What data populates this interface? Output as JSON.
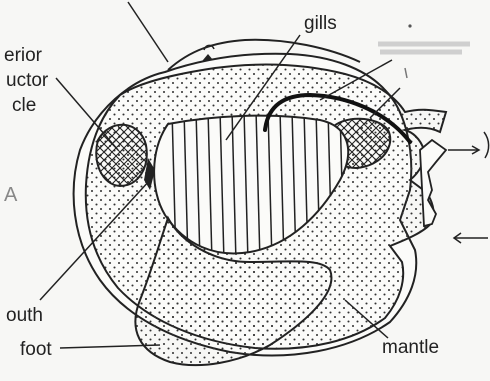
{
  "labels": {
    "gills": "gills",
    "anterior_line1": "erior",
    "anterior_line2": "uctor",
    "anterior_line3": "cle",
    "mouth": "outh",
    "foot": "foot",
    "mantle": "mantle",
    "a_letter": "A"
  },
  "colors": {
    "ink": "#222222",
    "paper": "#f7f7f5"
  }
}
